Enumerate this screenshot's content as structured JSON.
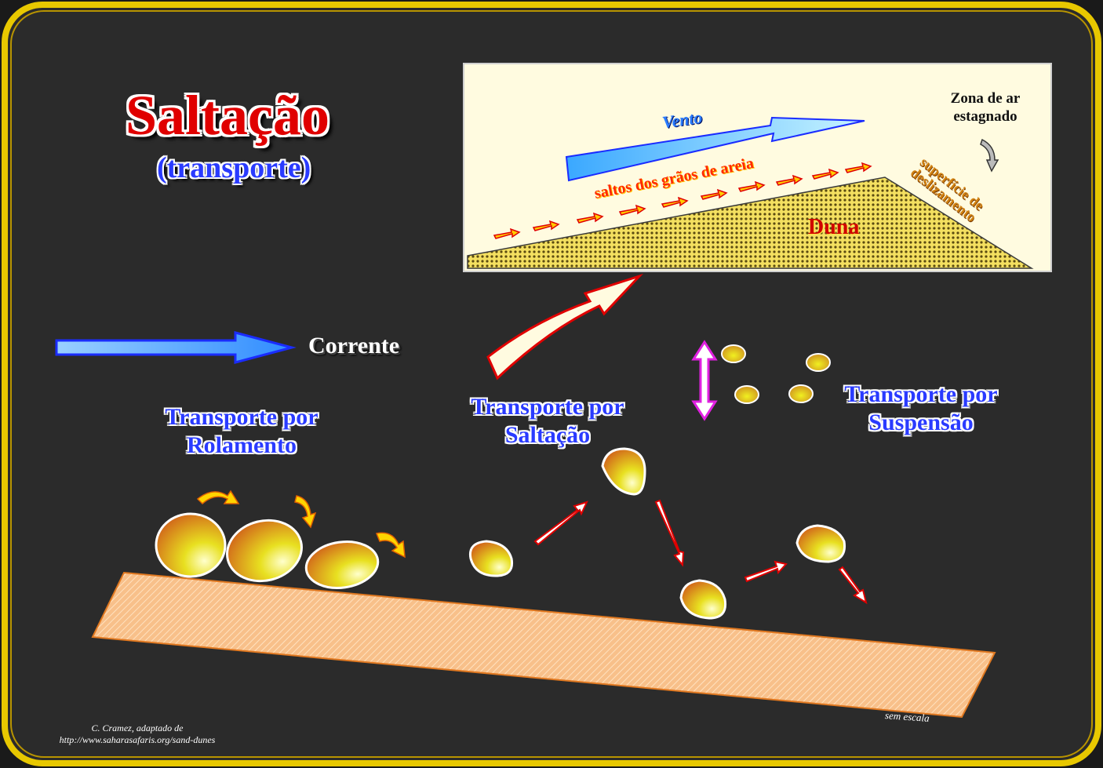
{
  "title": "Saltação",
  "subtitle": "(transporte)",
  "current_label": "Corrente",
  "labels": {
    "rolling_line1": "Transporte por",
    "rolling_line2": "Rolamento",
    "saltation_line1": "Transporte por",
    "saltation_line2": "Saltação",
    "suspension_line1": "Transporte por",
    "suspension_line2": "Suspensão"
  },
  "inset": {
    "wind_label": "Vento",
    "grain_jumps_label": "saltos dos grãos de areia",
    "dune_label": "Duna",
    "slip_face_line1": "superfície de",
    "slip_face_line2": "deslizamento",
    "stagnant_line1": "Zona de ar",
    "stagnant_line2": "estagnado"
  },
  "credit": {
    "line1": "C. Cramez, adaptado de",
    "line2": "http://www.saharasafaris.org/sand-dunes"
  },
  "scale_note": "sem escala",
  "colors": {
    "background": "#2b2b2b",
    "frame": "#e8c800",
    "title_red": "#e00000",
    "label_blue": "#2a3bff",
    "inset_bg": "#fffbe0",
    "sand": "#f5c48a"
  }
}
